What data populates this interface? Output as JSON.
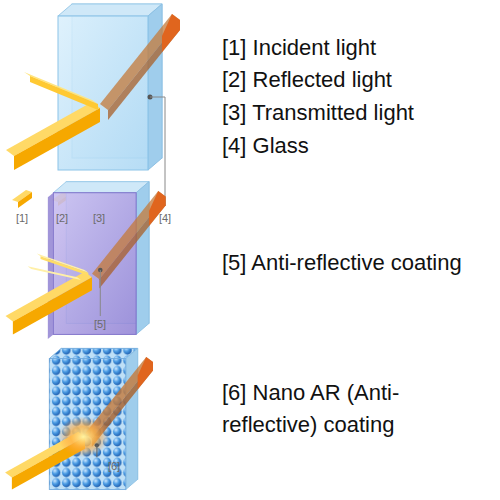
{
  "diagram": {
    "labels": [
      "[1] Incident light",
      "[2] Reflected light",
      "[3] Transmitted light",
      "[4] Glass",
      "[5] Anti-reflective coating",
      "[6] Nano AR (Anti-reflective) coating",
      "[1]",
      "[2]",
      "[3]",
      "[4]",
      "[5]",
      "[6]"
    ]
  }
}
